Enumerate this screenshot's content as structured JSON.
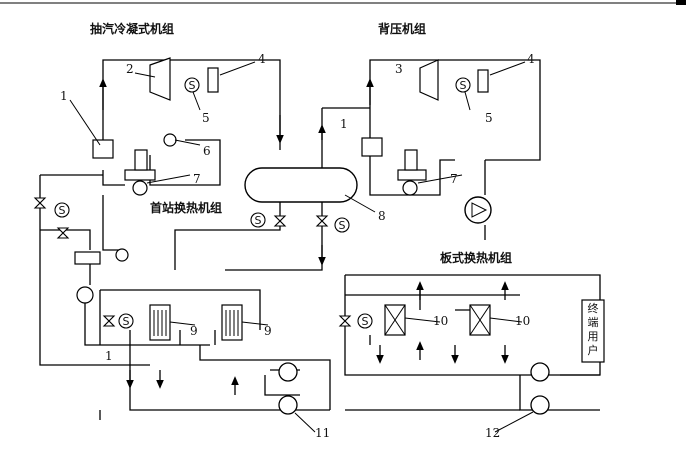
{
  "diagram": {
    "labels": {
      "extraction_unit": "抽汽冷凝式机组",
      "backpressure_unit": "背压机组",
      "front_station": "首站换热机组",
      "plate_unit": "板式换热机组",
      "end_user": "终端用户"
    },
    "numbers": {
      "n1a": "1",
      "n1b": "1",
      "n1c": "1",
      "n2": "2",
      "n3": "3",
      "n4a": "4",
      "n4b": "4",
      "n5a": "5",
      "n5b": "5",
      "n6": "6",
      "n7a": "7",
      "n7b": "7",
      "n8": "8",
      "n9a": "9",
      "n9b": "9",
      "n10a": "10",
      "n10b": "10",
      "n11": "11",
      "n12": "12"
    },
    "symbols": {
      "sensor": "S"
    }
  }
}
